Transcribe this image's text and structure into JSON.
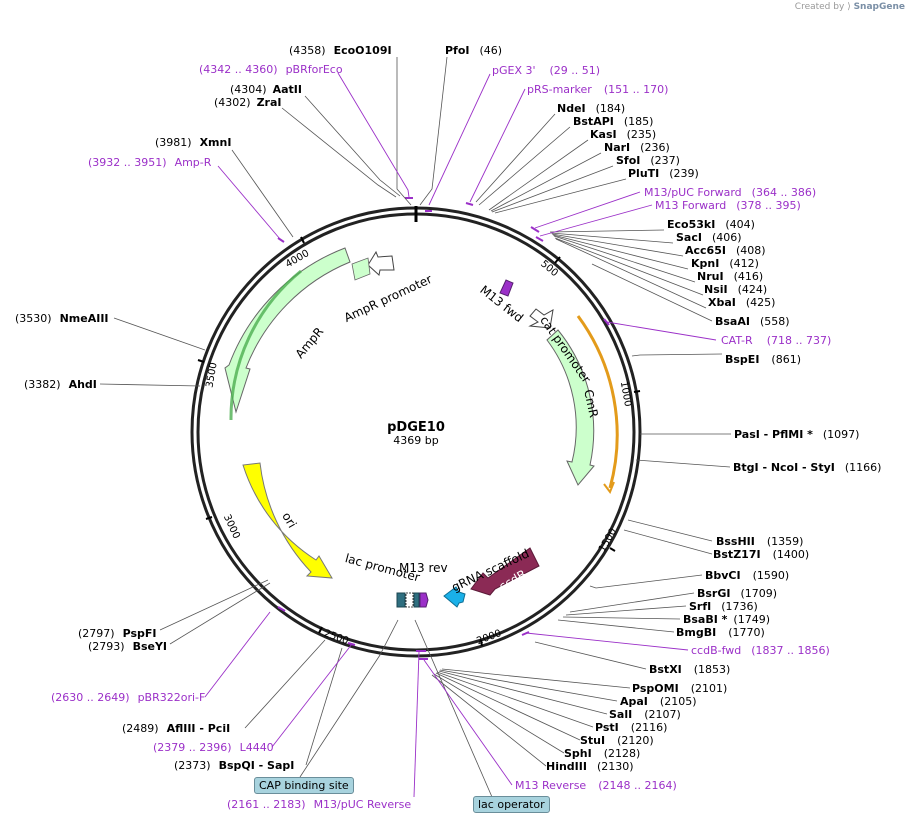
{
  "credit": {
    "prefix": "Created by",
    "brand": "SnapGene"
  },
  "plasmid": {
    "name": "pDGE10",
    "size_label": "4369 bp",
    "length": 4369
  },
  "ticks": [
    "500",
    "1000",
    "1500",
    "2000",
    "2500",
    "3000",
    "3500",
    "4000"
  ],
  "sites": [
    {
      "name": "EcoO109I",
      "pos": "(4358)"
    },
    {
      "name": "PfoI",
      "pos": "(46)"
    },
    {
      "name": "AatII",
      "pos": "(4304)"
    },
    {
      "name": "ZraI",
      "pos": "(4302)"
    },
    {
      "name": "NdeI",
      "pos": "(184)"
    },
    {
      "name": "BstAPI",
      "pos": "(185)"
    },
    {
      "name": "KasI",
      "pos": "(235)"
    },
    {
      "name": "NarI",
      "pos": "(236)"
    },
    {
      "name": "SfoI",
      "pos": "(237)"
    },
    {
      "name": "PluTI",
      "pos": "(239)"
    },
    {
      "name": "XmnI",
      "pos": "(3981)"
    },
    {
      "name": "Eco53kI",
      "pos": "(404)"
    },
    {
      "name": "SacI",
      "pos": "(406)"
    },
    {
      "name": "Acc65I",
      "pos": "(408)"
    },
    {
      "name": "KpnI",
      "pos": "(412)"
    },
    {
      "name": "NruI",
      "pos": "(416)"
    },
    {
      "name": "NsiI",
      "pos": "(424)"
    },
    {
      "name": "XbaI",
      "pos": "(425)"
    },
    {
      "name": "BsaAI",
      "pos": "(558)"
    },
    {
      "name": "NmeAIII",
      "pos": "(3530)"
    },
    {
      "name": "BspEI",
      "pos": "(861)"
    },
    {
      "name": "AhdI",
      "pos": "(3382)"
    },
    {
      "name": "PasI - PflMI *",
      "pos": "(1097)"
    },
    {
      "name": "BtgI - NcoI - StyI",
      "pos": "(1166)"
    },
    {
      "name": "BssHII",
      "pos": "(1359)"
    },
    {
      "name": "BstZ17I",
      "pos": "(1400)"
    },
    {
      "name": "BbvCI",
      "pos": "(1590)"
    },
    {
      "name": "BsrGI",
      "pos": "(1709)"
    },
    {
      "name": "SrfI",
      "pos": "(1736)"
    },
    {
      "name": "BsaBI *",
      "pos": "(1749)"
    },
    {
      "name": "BmgBI",
      "pos": "(1770)"
    },
    {
      "name": "PspFI",
      "pos": "(2797)"
    },
    {
      "name": "BseYI",
      "pos": "(2793)"
    },
    {
      "name": "BstXI",
      "pos": "(1853)"
    },
    {
      "name": "PspOMI",
      "pos": "(2101)"
    },
    {
      "name": "ApaI",
      "pos": "(2105)"
    },
    {
      "name": "SalI",
      "pos": "(2107)"
    },
    {
      "name": "AflIII - PciI",
      "pos": "(2489)"
    },
    {
      "name": "PstI",
      "pos": "(2116)"
    },
    {
      "name": "StuI",
      "pos": "(2120)"
    },
    {
      "name": "SphI",
      "pos": "(2128)"
    },
    {
      "name": "BspQI - SapI",
      "pos": "(2373)"
    },
    {
      "name": "HindIII",
      "pos": "(2130)"
    }
  ],
  "primers": [
    {
      "name": "pBRforEco",
      "range": "(4342 .. 4360)"
    },
    {
      "name": "pGEX 3'",
      "range": "(29 .. 51)"
    },
    {
      "name": "pRS-marker",
      "range": "(151 .. 170)"
    },
    {
      "name": "Amp-R",
      "range": "(3932 .. 3951)"
    },
    {
      "name": "M13/pUC Forward",
      "range": "(364 .. 386)"
    },
    {
      "name": "M13 Forward",
      "range": "(378 .. 395)"
    },
    {
      "name": "CAT-R",
      "range": "(718 .. 737)"
    },
    {
      "name": "ccdB-fwd",
      "range": "(1837 .. 1856)"
    },
    {
      "name": "pBR322ori-F",
      "range": "(2630 .. 2649)"
    },
    {
      "name": "L4440",
      "range": "(2379 .. 2396)"
    },
    {
      "name": "M13/pUC Reverse",
      "range": "(2161 .. 2183)"
    },
    {
      "name": "M13 Reverse",
      "range": "(2148 .. 2164)"
    }
  ],
  "features": [
    {
      "name": "AmpR promoter",
      "color": "#ccffcc"
    },
    {
      "name": "AmpR",
      "color": "#ccffcc"
    },
    {
      "name": "M13 fwd",
      "color": "#9b30c8"
    },
    {
      "name": "cat promoter",
      "color": "#ffffff"
    },
    {
      "name": "CmR",
      "color": "#ccffcc"
    },
    {
      "name": "ori",
      "color": "#ffff00"
    },
    {
      "name": "lac promoter",
      "color": "#ffffff"
    },
    {
      "name": "M13 rev",
      "color": "#9b30c8"
    },
    {
      "name": "gRNA scaffold",
      "color": "#1ab0e8"
    },
    {
      "name": "ccdB",
      "color": "#8b2a55"
    }
  ],
  "boxes": [
    {
      "name": "CAP binding site"
    },
    {
      "name": "lac operator"
    }
  ],
  "colors": {
    "primer": "#9b30c8",
    "backbone": "#222222",
    "ori": "#ffff00",
    "marker": "#ccffcc",
    "ccdB": "#8b2a55",
    "scaffold": "#1ab0e8"
  }
}
